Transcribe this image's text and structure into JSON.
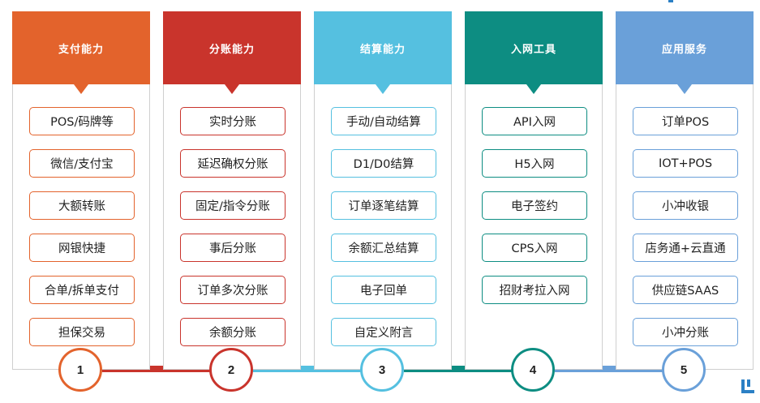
{
  "colors": {
    "col1": "#e3632c",
    "col2": "#c9342c",
    "col3": "#55c0e0",
    "col4": "#0d8d82",
    "col5": "#6aa0d9",
    "logo": "#2b80c5"
  },
  "columns": [
    {
      "title": "支付能力",
      "number": "1",
      "items": [
        "POS/码牌等",
        "微信/支付宝",
        "大额转账",
        "网银快捷",
        "合单/拆单支付",
        "担保交易"
      ]
    },
    {
      "title": "分账能力",
      "number": "2",
      "items": [
        "实时分账",
        "延迟确权分账",
        "固定/指令分账",
        "事后分账",
        "订单多次分账",
        "余额分账"
      ]
    },
    {
      "title": "结算能力",
      "number": "3",
      "items": [
        "手动/自动结算",
        "D1/D0结算",
        "订单逐笔结算",
        "余额汇总结算",
        "电子回单",
        "自定义附言"
      ]
    },
    {
      "title": "入网工具",
      "number": "4",
      "items": [
        "API入网",
        "H5入网",
        "电子签约",
        "CPS入网",
        "招财考拉入网"
      ]
    },
    {
      "title": "应用服务",
      "number": "5",
      "items": [
        "订单POS",
        "IOT+POS",
        "小冲收银",
        "店务通+云直通",
        "供应链SAAS",
        "小冲分账"
      ]
    }
  ]
}
